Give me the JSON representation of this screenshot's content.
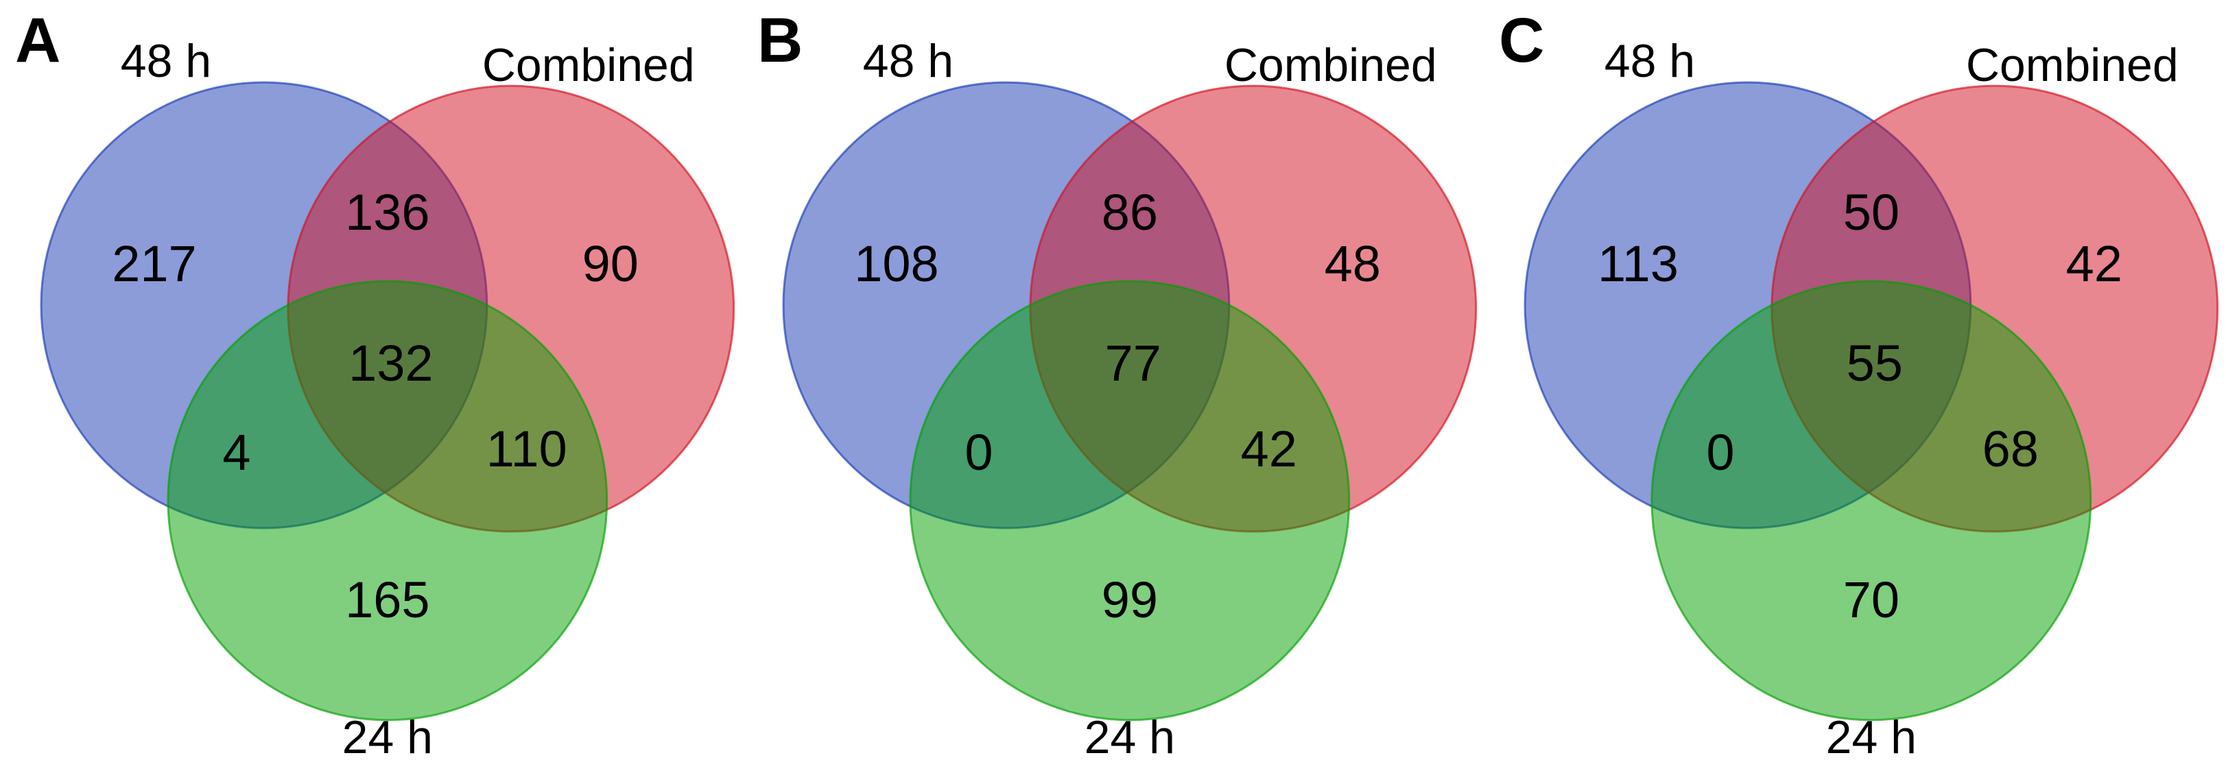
{
  "figure": {
    "description": "Three three-set Venn diagrams labeled A, B and C, each comparing 48 h, Combined and 24 h conditions",
    "background_color": "#ffffff",
    "text_color": "#000000",
    "set_colors": {
      "blue_48h_base": "#1739B3",
      "red_combined_base": "#D10F1F",
      "green_24h_base": "#009F00",
      "blue_48h_fill_on_white": "#8B9CD9",
      "red_combined_fill_on_white": "#E8878F",
      "green_24h_fill_on_white": "#7ECF7E",
      "fill_opacity": "0.5"
    }
  },
  "chart_data": [
    {
      "type": "venn",
      "panel": "A",
      "sets": [
        "48 h",
        "Combined",
        "24 h"
      ],
      "regions": {
        "only_48h": 217,
        "48h_and_combined": 136,
        "only_combined": 90,
        "48h_and_combined_and_24h": 132,
        "48h_and_24h": 4,
        "combined_and_24h": 110,
        "only_24h": 165
      }
    },
    {
      "type": "venn",
      "panel": "B",
      "sets": [
        "48 h",
        "Combined",
        "24 h"
      ],
      "regions": {
        "only_48h": 108,
        "48h_and_combined": 86,
        "only_combined": 48,
        "48h_and_combined_and_24h": 77,
        "48h_and_24h": 0,
        "combined_and_24h": 42,
        "only_24h": 99
      }
    },
    {
      "type": "venn",
      "panel": "C",
      "sets": [
        "48 h",
        "Combined",
        "24 h"
      ],
      "regions": {
        "only_48h": 113,
        "48h_and_combined": 50,
        "only_combined": 42,
        "48h_and_combined_and_24h": 55,
        "48h_and_24h": 0,
        "combined_and_24h": 68,
        "only_24h": 70
      }
    }
  ]
}
